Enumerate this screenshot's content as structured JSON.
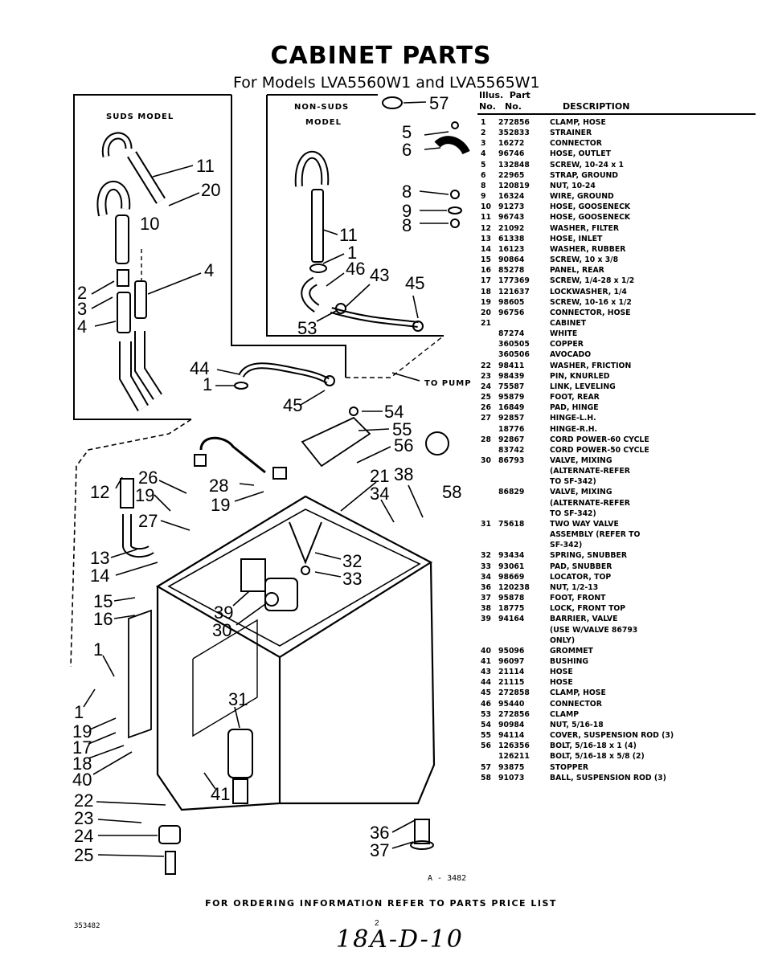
{
  "title": "CABINET PARTS",
  "subtitle": "For Models LVA5560W1 and LVA5565W1",
  "diagram": {
    "suds_model_label": "SUDS MODEL",
    "non_suds_label_1": "NON-SUDS",
    "non_suds_label_2": "MODEL",
    "to_pump_label": "TO PUMP",
    "figure_code": "A - 3482"
  },
  "callouts": {
    "c57": "57",
    "c5": "5",
    "c6": "6",
    "c8a": "8",
    "c9": "9",
    "c8b": "8",
    "c11a": "11",
    "c20": "20",
    "c10": "10",
    "c4a": "4",
    "c2": "2",
    "c3": "3",
    "c4b": "4",
    "c11b": "11",
    "c1a": "1",
    "c46": "46",
    "c43": "43",
    "c45a": "45",
    "c53": "53",
    "c44": "44",
    "c1b": "1",
    "c45b": "45",
    "c54": "54",
    "c55": "55",
    "c56": "56",
    "c21": "21",
    "c38": "38",
    "c34": "34",
    "c58": "58",
    "c12": "12",
    "c26": "26",
    "c19a": "19",
    "c28": "28",
    "c19b": "19",
    "c27": "27",
    "c13": "13",
    "c14": "14",
    "c32": "32",
    "c33": "33",
    "c15": "15",
    "c16": "16",
    "c39": "39",
    "c30": "30",
    "c1c": "1",
    "c31": "31",
    "c1d": "1",
    "c19c": "19",
    "c17": "17",
    "c18": "18",
    "c40": "40",
    "c41": "41",
    "c22": "22",
    "c23": "23",
    "c24": "24",
    "c25": "25",
    "c36": "36",
    "c37": "37"
  },
  "parts_header": {
    "illus": "Illus.",
    "part": "Part",
    "no": "No.",
    "part_no": "No.",
    "description": "DESCRIPTION"
  },
  "parts": [
    {
      "illus": "1",
      "part_no": "272856",
      "desc": "CLAMP, HOSE"
    },
    {
      "illus": "2",
      "part_no": "352833",
      "desc": "STRAINER"
    },
    {
      "illus": "3",
      "part_no": "16272",
      "desc": "CONNECTOR"
    },
    {
      "illus": "4",
      "part_no": "96746",
      "desc": "HOSE, OUTLET"
    },
    {
      "illus": "5",
      "part_no": "132848",
      "desc": "SCREW, 10-24 x 1"
    },
    {
      "illus": "6",
      "part_no": "22965",
      "desc": "STRAP, GROUND"
    },
    {
      "illus": "8",
      "part_no": "120819",
      "desc": "NUT, 10-24"
    },
    {
      "illus": "9",
      "part_no": "16324",
      "desc": "WIRE, GROUND"
    },
    {
      "illus": "10",
      "part_no": "91273",
      "desc": "HOSE, GOOSENECK"
    },
    {
      "illus": "11",
      "part_no": "96743",
      "desc": "HOSE, GOOSENECK"
    },
    {
      "illus": "12",
      "part_no": "21092",
      "desc": "WASHER, FILTER"
    },
    {
      "illus": "13",
      "part_no": "61338",
      "desc": "HOSE, INLET"
    },
    {
      "illus": "14",
      "part_no": "16123",
      "desc": "WASHER, RUBBER"
    },
    {
      "illus": "15",
      "part_no": "90864",
      "desc": "SCREW, 10 x 3/8"
    },
    {
      "illus": "16",
      "part_no": "85278",
      "desc": "PANEL, REAR"
    },
    {
      "illus": "17",
      "part_no": "177369",
      "desc": "SCREW, 1/4-28 x 1/2"
    },
    {
      "illus": "18",
      "part_no": "121637",
      "desc": "LOCKWASHER, 1/4"
    },
    {
      "illus": "19",
      "part_no": "98605",
      "desc": "SCREW, 10-16 x 1/2"
    },
    {
      "illus": "20",
      "part_no": "96756",
      "desc": "CONNECTOR, HOSE"
    },
    {
      "illus": "21",
      "part_no": "",
      "desc": "CABINET"
    },
    {
      "illus": "",
      "part_no": "87274",
      "desc": "WHITE"
    },
    {
      "illus": "",
      "part_no": "360505",
      "desc": "COPPER"
    },
    {
      "illus": "",
      "part_no": "360506",
      "desc": "AVOCADO"
    },
    {
      "illus": "22",
      "part_no": "98411",
      "desc": "WASHER, FRICTION"
    },
    {
      "illus": "23",
      "part_no": "98439",
      "desc": "PIN, KNURLED"
    },
    {
      "illus": "24",
      "part_no": "75587",
      "desc": "LINK, LEVELING"
    },
    {
      "illus": "25",
      "part_no": "95879",
      "desc": "FOOT, REAR"
    },
    {
      "illus": "26",
      "part_no": "16849",
      "desc": "PAD, HINGE"
    },
    {
      "illus": "27",
      "part_no": "92857",
      "desc": "HINGE-L.H."
    },
    {
      "illus": "",
      "part_no": "18776",
      "desc": "HINGE-R.H."
    },
    {
      "illus": "28",
      "part_no": "92867",
      "desc": "CORD POWER-60 CYCLE"
    },
    {
      "illus": "",
      "part_no": "83742",
      "desc": "CORD POWER-50 CYCLE"
    },
    {
      "illus": "30",
      "part_no": "86793",
      "desc": "VALVE, MIXING"
    },
    {
      "illus": "",
      "part_no": "",
      "desc": "(ALTERNATE-REFER"
    },
    {
      "illus": "",
      "part_no": "",
      "desc": "TO SF-342)"
    },
    {
      "illus": "",
      "part_no": "86829",
      "desc": "VALVE, MIXING"
    },
    {
      "illus": "",
      "part_no": "",
      "desc": "(ALTERNATE-REFER"
    },
    {
      "illus": "",
      "part_no": "",
      "desc": "TO SF-342)"
    },
    {
      "illus": "31",
      "part_no": "75618",
      "desc": "TWO WAY VALVE"
    },
    {
      "illus": "",
      "part_no": "",
      "desc": "ASSEMBLY (REFER TO"
    },
    {
      "illus": "",
      "part_no": "",
      "desc": "SF-342)"
    },
    {
      "illus": "32",
      "part_no": "93434",
      "desc": "SPRING, SNUBBER"
    },
    {
      "illus": "33",
      "part_no": "93061",
      "desc": "PAD, SNUBBER"
    },
    {
      "illus": "34",
      "part_no": "98669",
      "desc": "LOCATOR, TOP"
    },
    {
      "illus": "36",
      "part_no": "120238",
      "desc": "NUT, 1/2-13"
    },
    {
      "illus": "37",
      "part_no": "95878",
      "desc": "FOOT, FRONT"
    },
    {
      "illus": "38",
      "part_no": "18775",
      "desc": "LOCK, FRONT TOP"
    },
    {
      "illus": "39",
      "part_no": "94164",
      "desc": "BARRIER, VALVE"
    },
    {
      "illus": "",
      "part_no": "",
      "desc": "(USE W/VALVE 86793"
    },
    {
      "illus": "",
      "part_no": "",
      "desc": "ONLY)"
    },
    {
      "illus": "40",
      "part_no": "95096",
      "desc": "GROMMET"
    },
    {
      "illus": "41",
      "part_no": "96097",
      "desc": "BUSHING"
    },
    {
      "illus": "43",
      "part_no": "21114",
      "desc": "HOSE"
    },
    {
      "illus": "44",
      "part_no": "21115",
      "desc": "HOSE"
    },
    {
      "illus": "45",
      "part_no": "272858",
      "desc": "CLAMP, HOSE"
    },
    {
      "illus": "46",
      "part_no": "95440",
      "desc": "CONNECTOR"
    },
    {
      "illus": "53",
      "part_no": "272856",
      "desc": "CLAMP"
    },
    {
      "illus": "54",
      "part_no": "90984",
      "desc": "NUT, 5/16-18"
    },
    {
      "illus": "55",
      "part_no": "94114",
      "desc": "COVER, SUSPENSION ROD (3)"
    },
    {
      "illus": "56",
      "part_no": "126356",
      "desc": "BOLT, 5/16-18 x 1 (4)"
    },
    {
      "illus": "",
      "part_no": "126211",
      "desc": "BOLT, 5/16-18 x 5/8 (2)"
    },
    {
      "illus": "57",
      "part_no": "93875",
      "desc": "STOPPER"
    },
    {
      "illus": "58",
      "part_no": "91073",
      "desc": "BALL, SUSPENSION ROD (3)"
    }
  ],
  "footer": "FOR ORDERING INFORMATION REFER TO PARTS PRICE LIST",
  "doc_number": "353482",
  "page_number": "2",
  "handwritten_note": "18A-D-10"
}
